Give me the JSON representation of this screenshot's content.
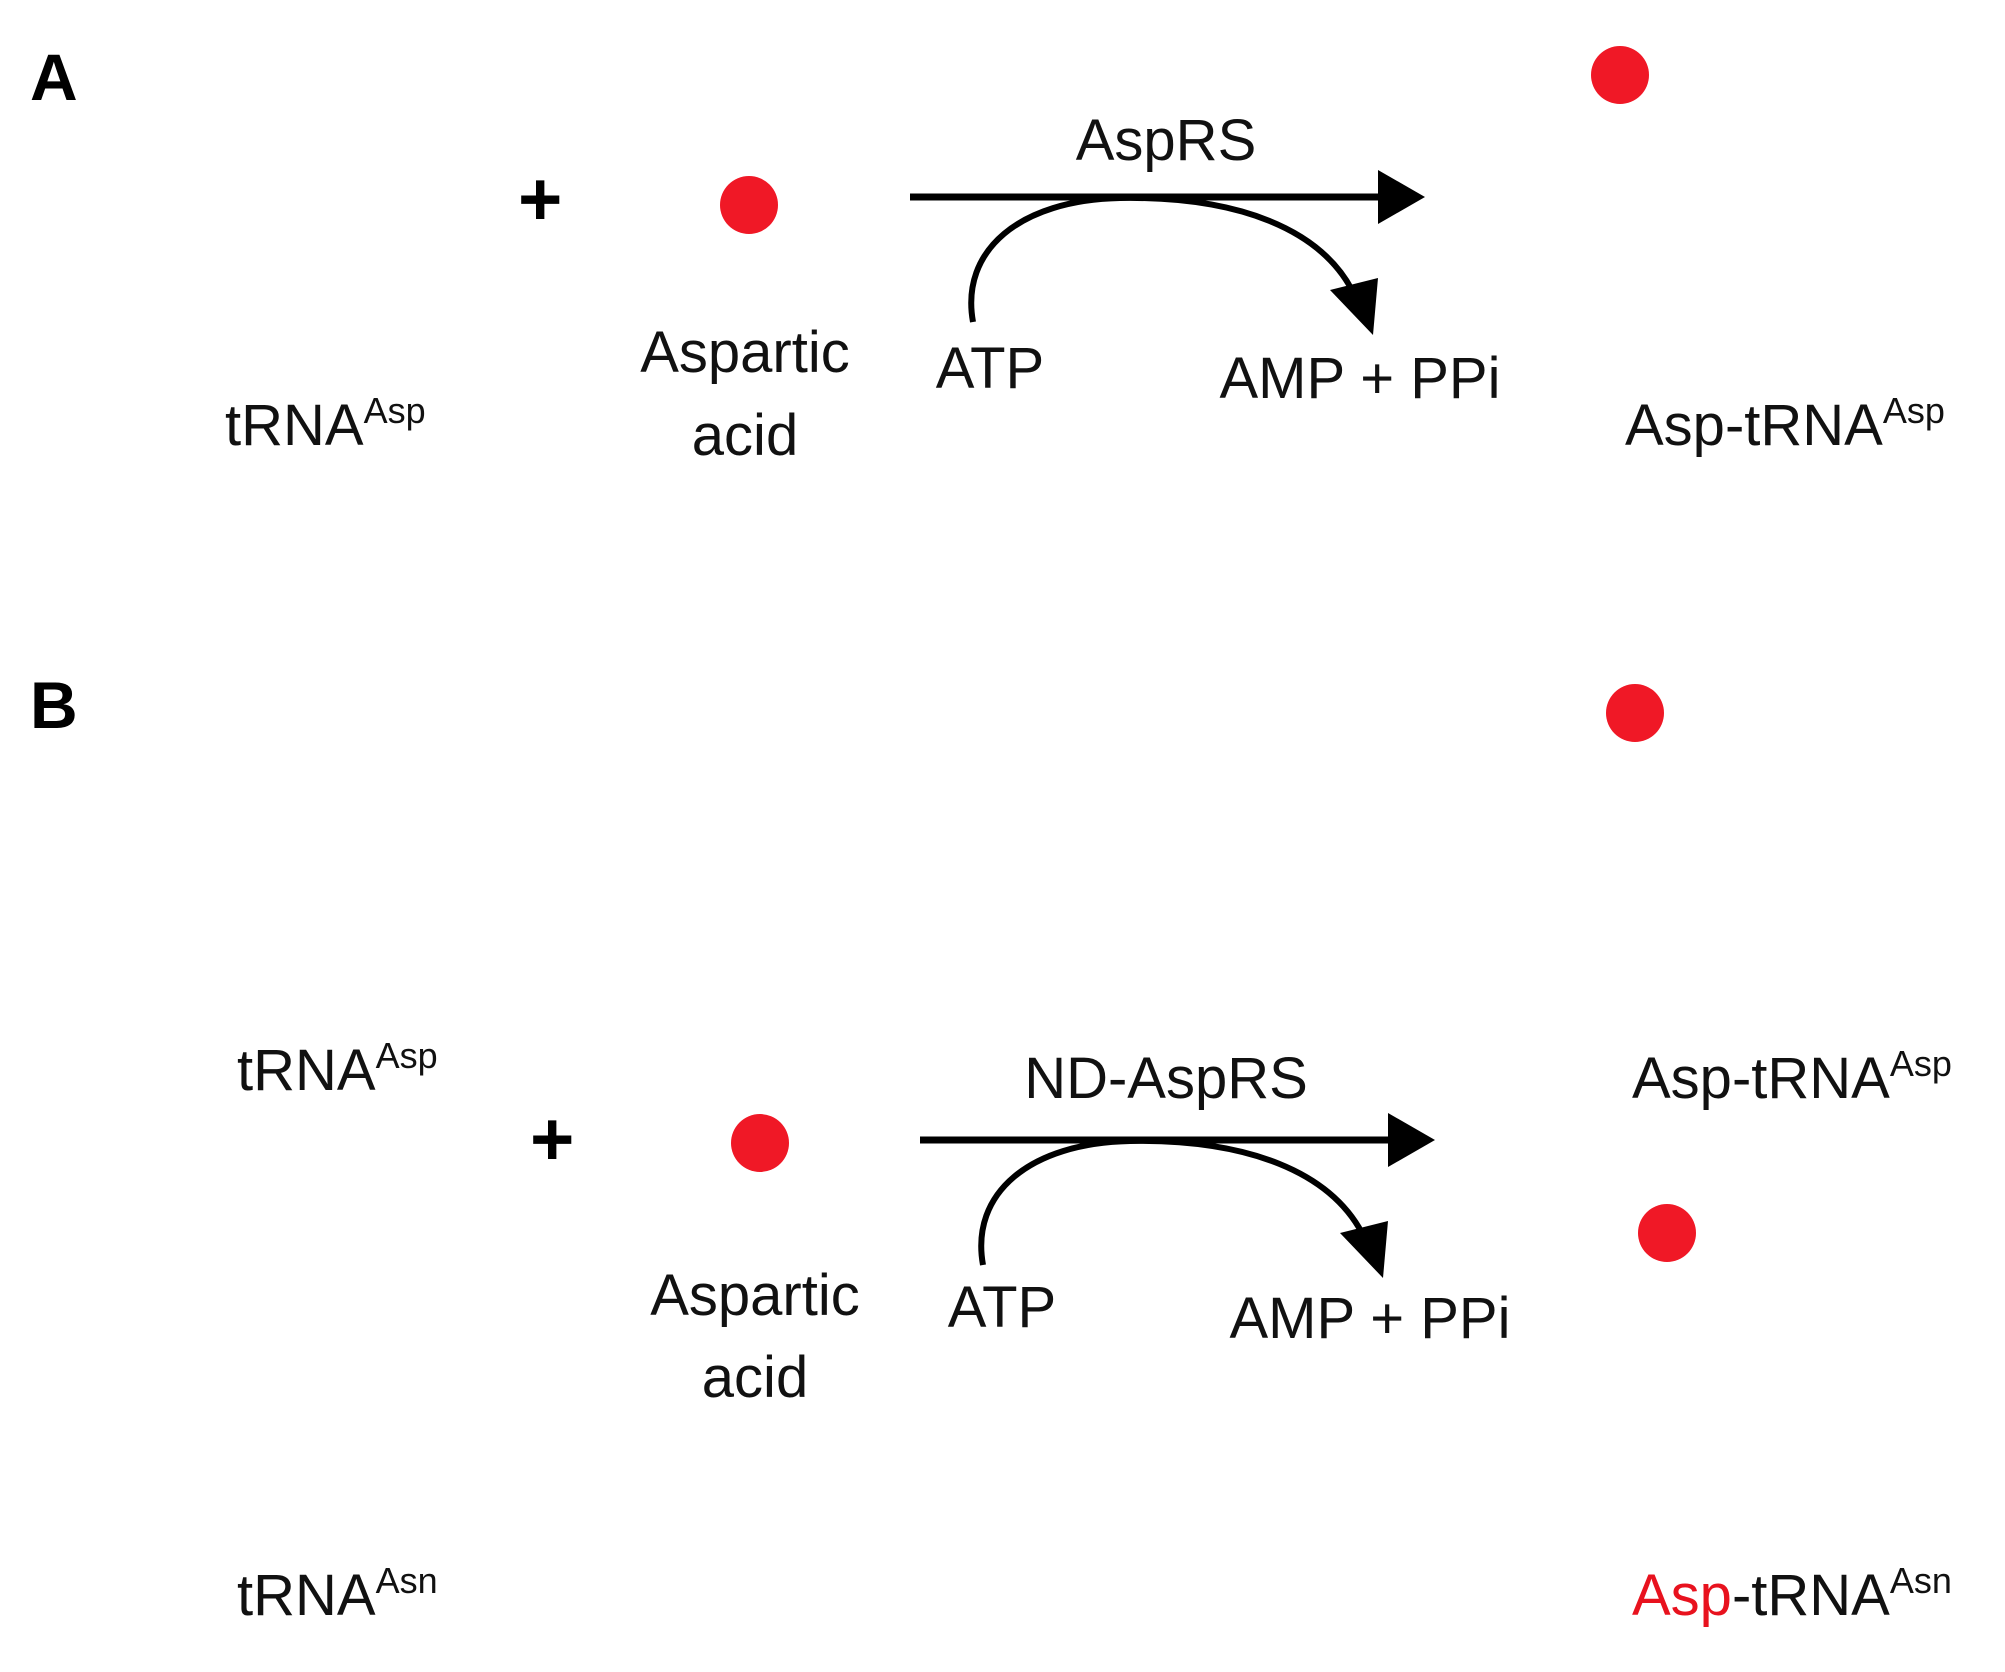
{
  "colors": {
    "asp_rna": "#e8121e",
    "asp_rna_shade": "#b50f17",
    "asn_rna": "#7b3fa8",
    "asn_rna_shade": "#4f2577",
    "amino_acid_dot": "#f01826",
    "arrow": "#000000"
  },
  "panel_a": {
    "letter": "A",
    "substrate_trna": {
      "base": "tRNA",
      "sup": "Asp"
    },
    "plus": "+",
    "amino_acid": {
      "line1": "Aspartic",
      "line2": "acid"
    },
    "enzyme": "AspRS",
    "cofactor_in": "ATP",
    "cofactor_out": "AMP + PPi",
    "product": {
      "prefix": "Asp-",
      "base": "tRNA",
      "sup": "Asp"
    }
  },
  "panel_b": {
    "letter": "B",
    "substrate_trna_1": {
      "base": "tRNA",
      "sup": "Asp"
    },
    "substrate_trna_2": {
      "base": "tRNA",
      "sup": "Asn"
    },
    "plus": "+",
    "amino_acid": {
      "line1": "Aspartic",
      "line2": "acid"
    },
    "enzyme": "ND-AspRS",
    "cofactor_in": "ATP",
    "cofactor_out": "AMP + PPi",
    "product_1": {
      "prefix": "Asp-",
      "base": "tRNA",
      "sup": "Asp"
    },
    "product_2": {
      "prefix": "Asp",
      "mid": "-tRNA",
      "sup": "Asn"
    }
  }
}
